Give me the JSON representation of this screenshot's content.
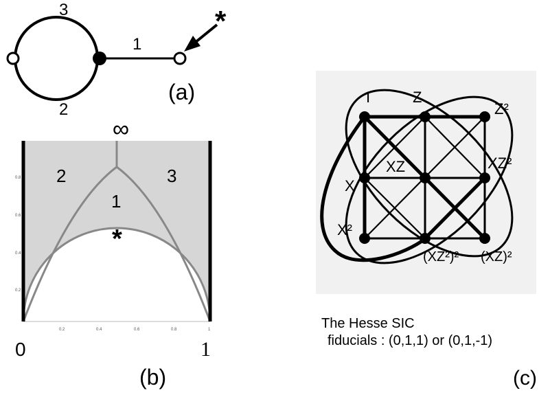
{
  "panel_a": {
    "edge_labels": [
      "3",
      "1",
      "2"
    ],
    "marker": "*",
    "caption": "(a)"
  },
  "panel_b": {
    "region_labels": [
      "2",
      "1",
      "3"
    ],
    "infinity": "∞",
    "marker": "*",
    "x_ticks": [
      "0.2",
      "0.4",
      "0.6",
      "0.8",
      "1"
    ],
    "y_ticks": [
      "0.2",
      "0.4",
      "0.6",
      "0.8"
    ],
    "left_label": "0",
    "right_label": "1",
    "caption": "(b)"
  },
  "panel_c": {
    "nodes": [
      "I",
      "Z",
      "Z²",
      "X",
      "XZ",
      "XZ²",
      "X²",
      "(XZ²)²",
      "(XZ)²"
    ],
    "text_line1": "The Hesse SIC",
    "text_line2": "fiducials : (0,1,1) or (0,1,-1)",
    "caption": "(c)"
  }
}
